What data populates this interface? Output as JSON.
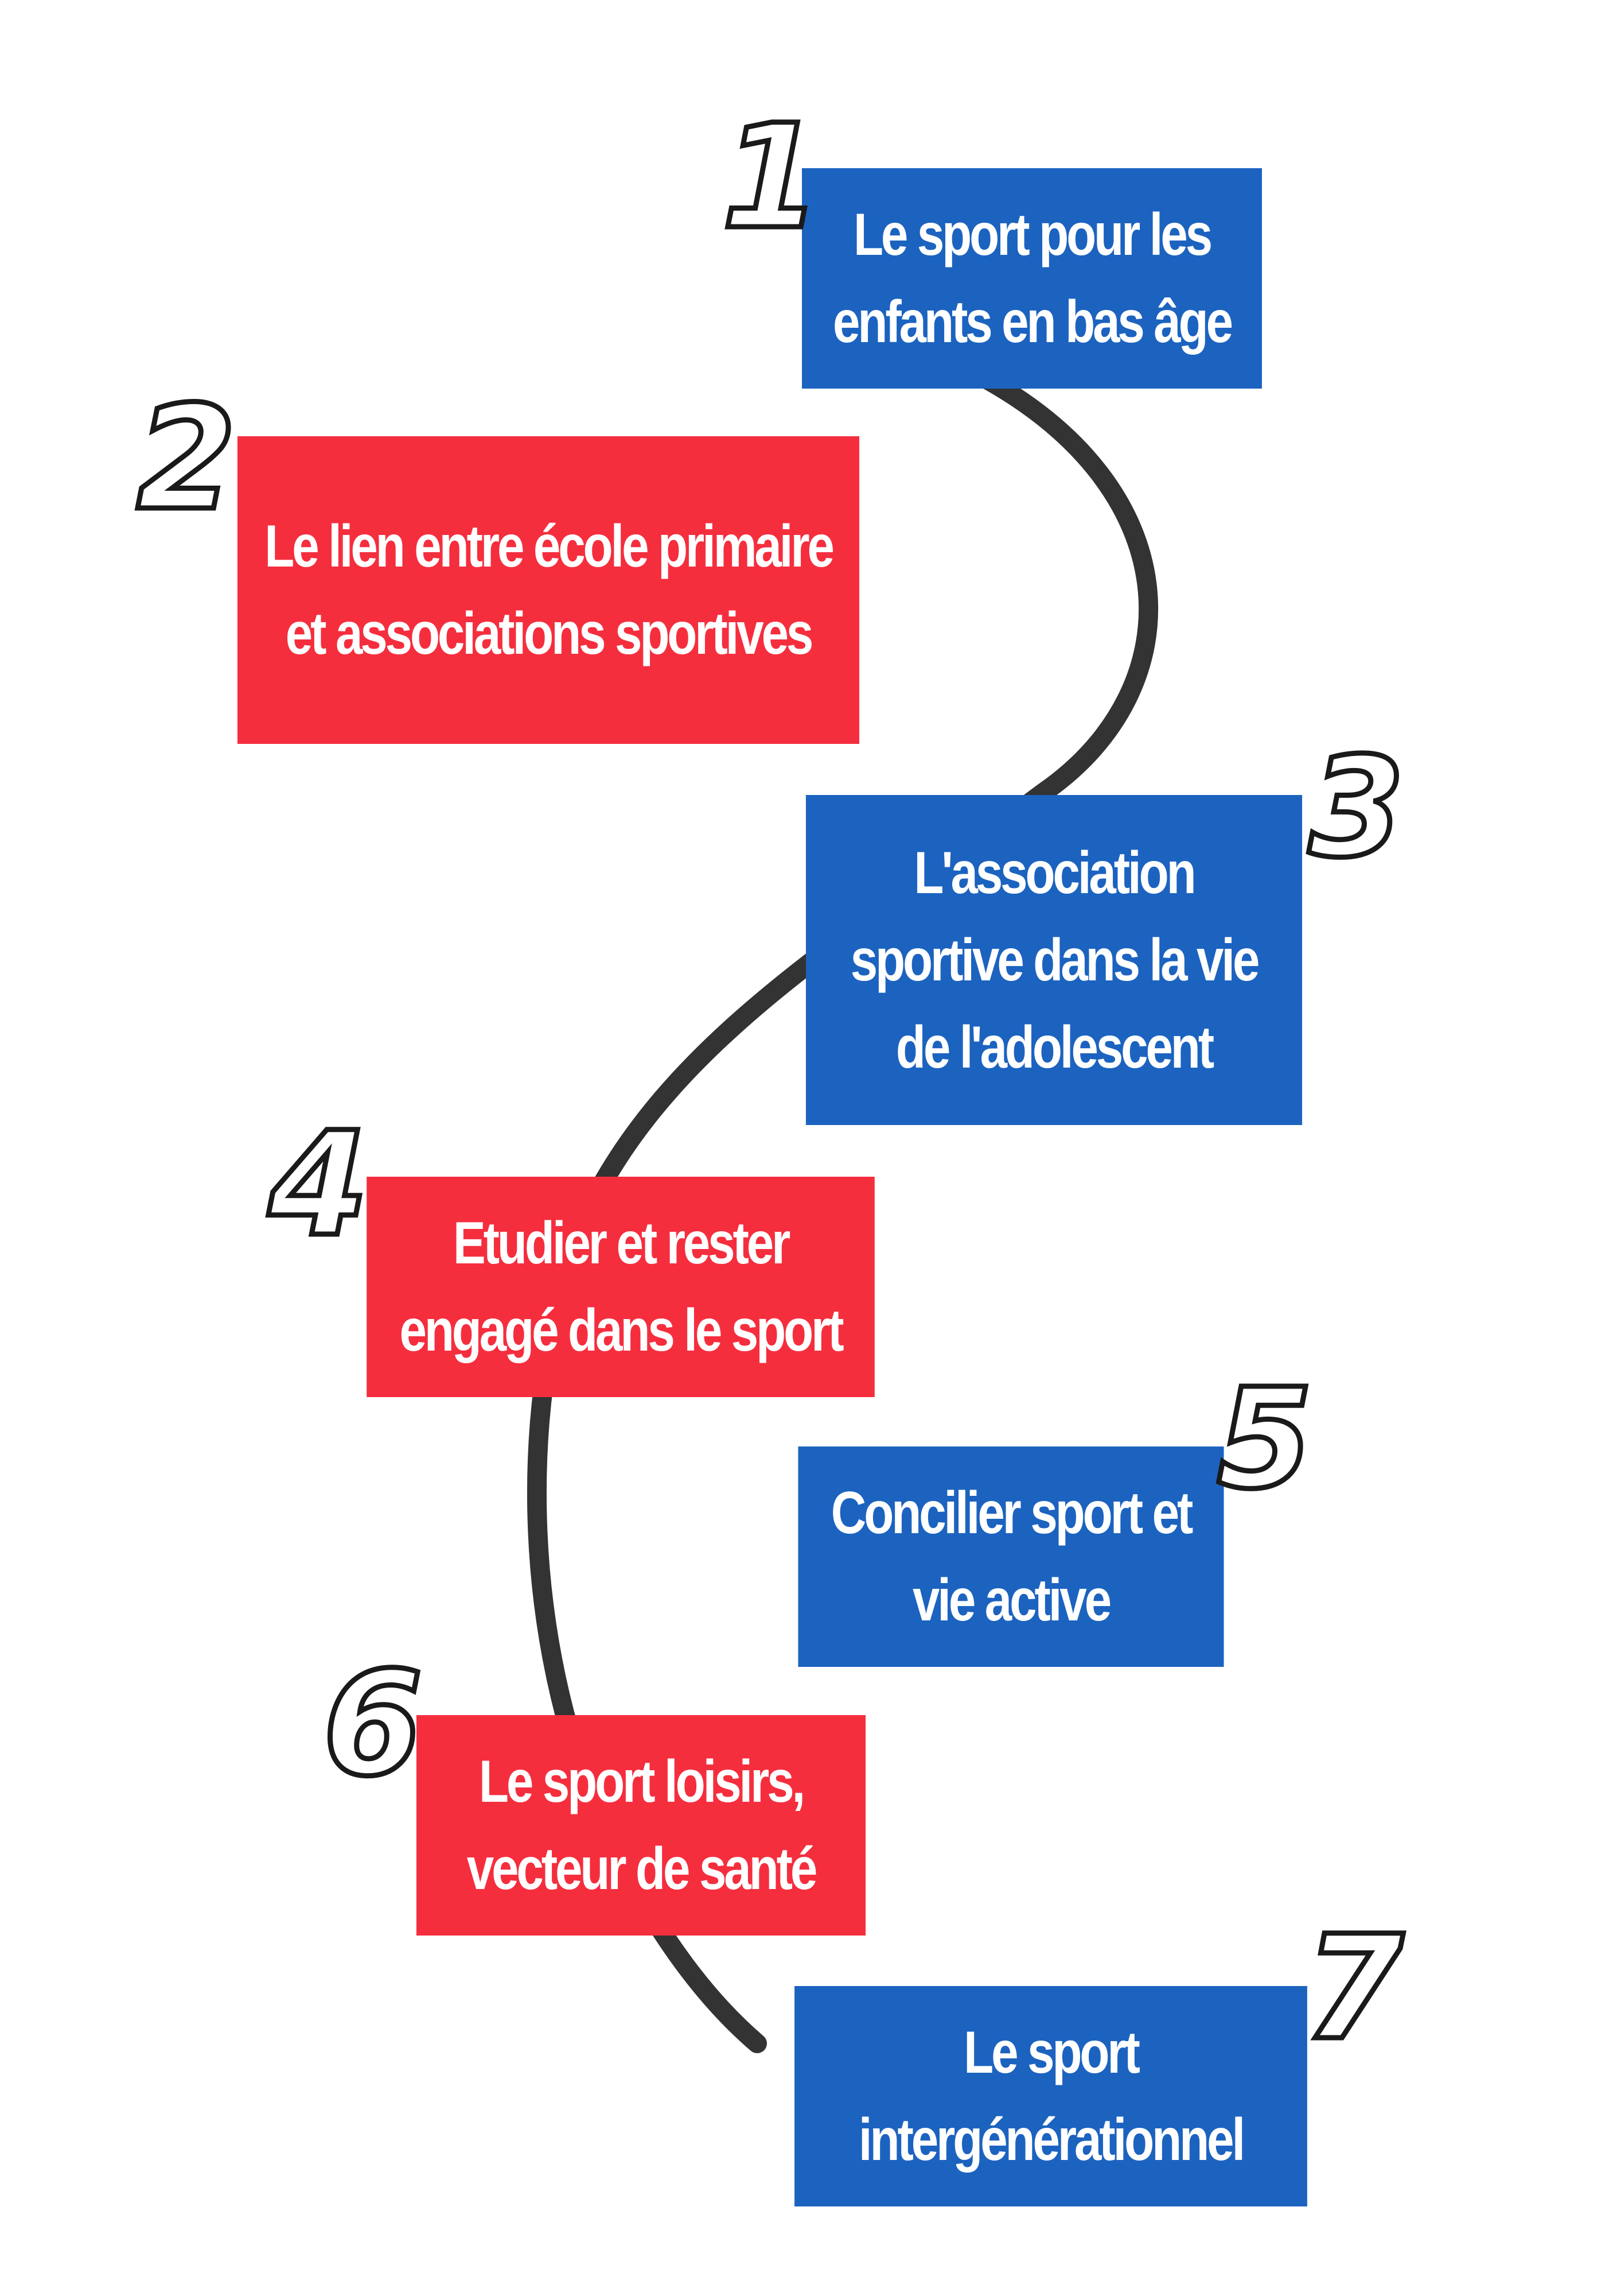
{
  "colors": {
    "blue": "#1c63c0",
    "red": "#f52e3e",
    "path": "#333333",
    "number_fill": "#ffffff",
    "number_stroke": "#1a1a1a"
  },
  "steps": [
    {
      "number": "1",
      "label": "Le sport pour les enfants en bas âge",
      "color": "blue"
    },
    {
      "number": "2",
      "label": "Le lien entre école primaire et associations sportives",
      "color": "red"
    },
    {
      "number": "3",
      "label": "L'association sportive dans la vie de l'adolescent",
      "color": "blue"
    },
    {
      "number": "4",
      "label": "Etudier et rester engagé dans le sport",
      "color": "red"
    },
    {
      "number": "5",
      "label": "Concilier sport et vie active",
      "color": "blue"
    },
    {
      "number": "6",
      "label": "Le sport loisirs, vecteur de santé",
      "color": "red"
    },
    {
      "number": "7",
      "label": "Le sport intergénérationnel",
      "color": "blue"
    }
  ]
}
